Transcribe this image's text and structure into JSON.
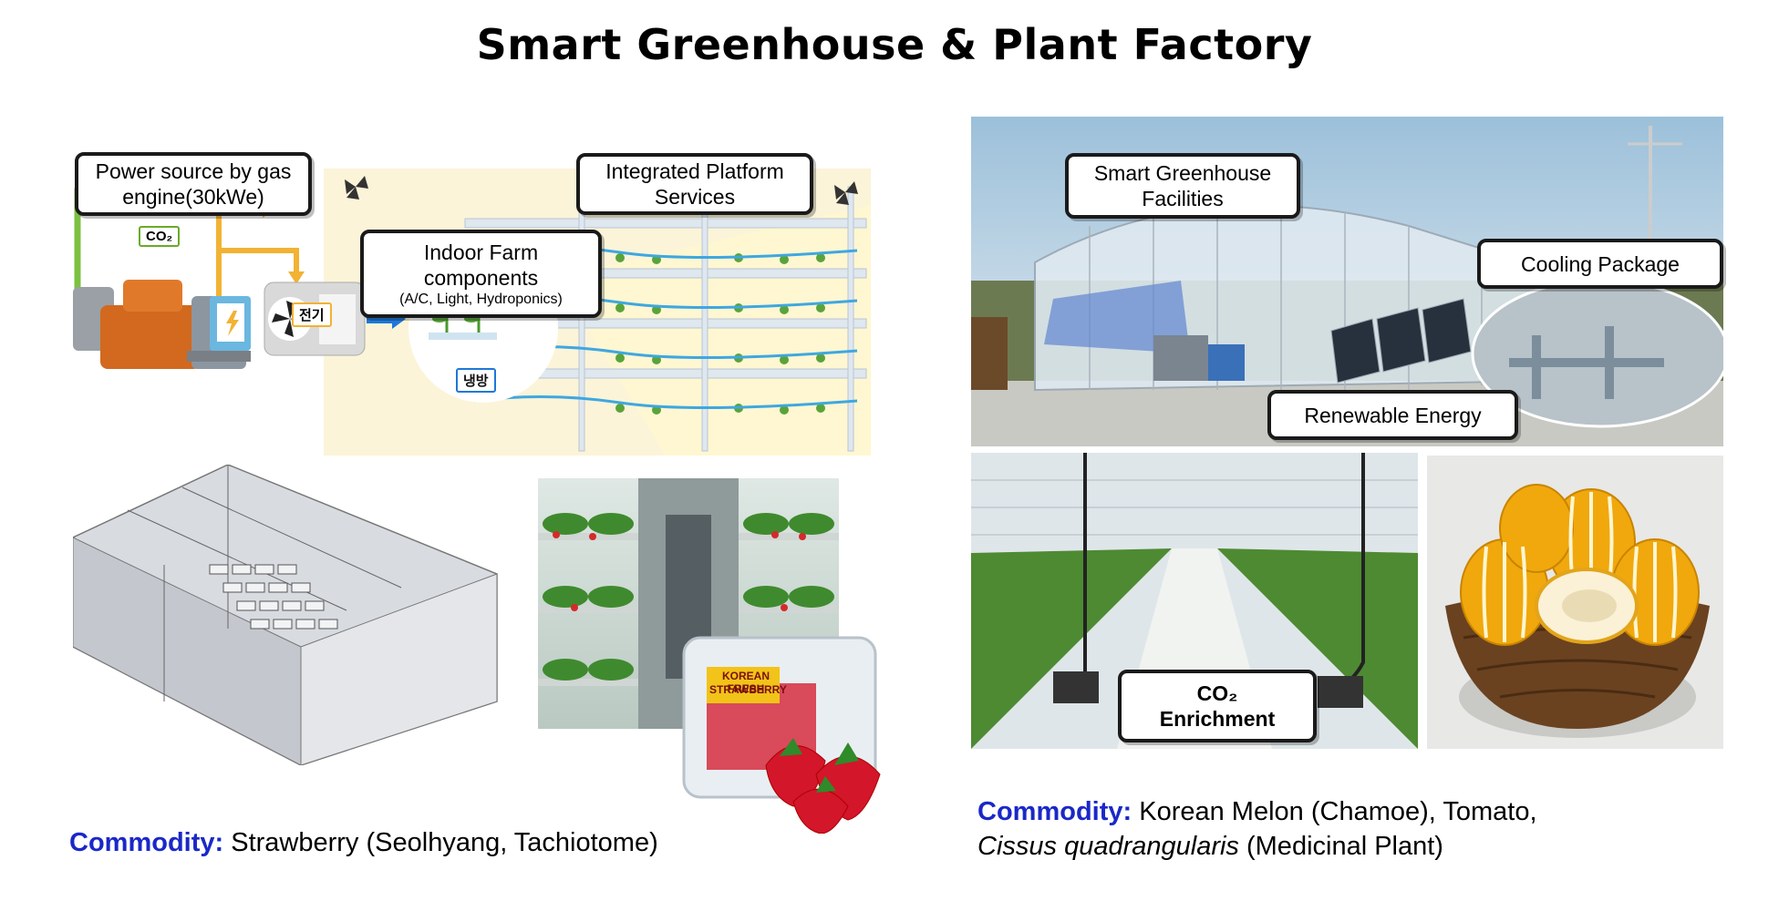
{
  "title": "Smart Greenhouse & Plant Factory",
  "left_diagram": {
    "power_source": "Power source by gas engine(30kWe)",
    "platform": "Integrated Platform Services",
    "indoor_farm_title": "Indoor Farm components",
    "indoor_farm_sub": "(A/C, Light, Hydroponics)",
    "co2_tag": "CO₂",
    "electric_tag": "전기",
    "cooling_tag": "냉방"
  },
  "strawberry_pack": {
    "line1": "KOREAN FRESH",
    "line2": "STRAWBERRY"
  },
  "left_commodity": {
    "label": "Commodity:",
    "text": "Strawberry (Seolhyang, Tachiotome)"
  },
  "right_photo": {
    "facilities": "Smart Greenhouse Facilities",
    "cooling": "Cooling Package",
    "renewable": "Renewable Energy",
    "co2_title": "CO₂",
    "co2_sub": "Enrichment"
  },
  "right_commodity": {
    "label": "Commodity:",
    "text1": "Korean Melon (Chamoe), Tomato,",
    "text2_italic": "Cissus quadrangularis",
    "text2_rest": " (Medicinal Plant)"
  },
  "colors": {
    "commodity_label": "#1a28c8",
    "co2_line": "#7cc043",
    "power_line": "#f2b233",
    "airflow": "#3fa7e0"
  }
}
